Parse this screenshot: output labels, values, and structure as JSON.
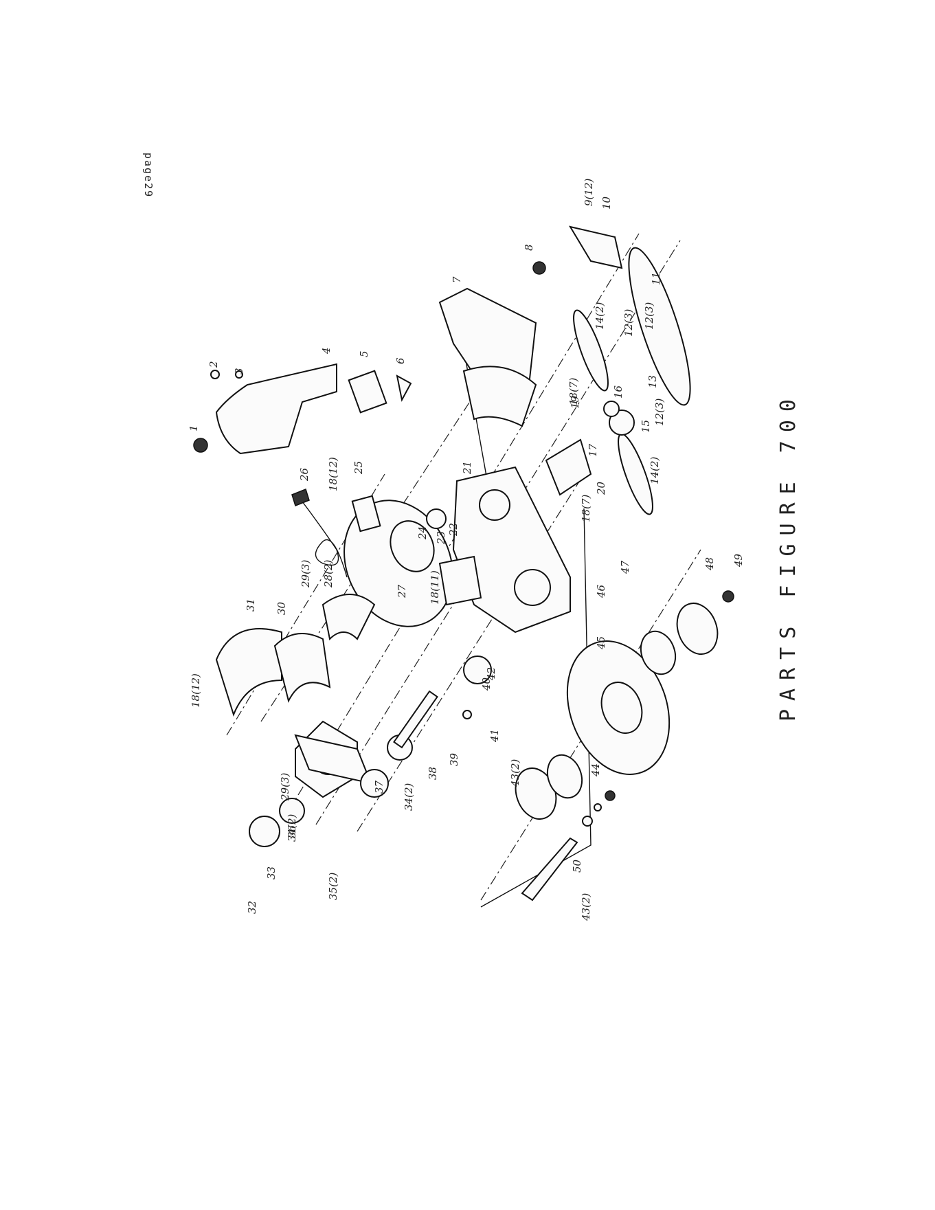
{
  "page": {
    "number": "page29",
    "caption": "PARTS FIGURE 700"
  },
  "labels": [
    "1",
    "2",
    "3",
    "4",
    "5",
    "6",
    "7",
    "8",
    "9(12)",
    "10",
    "11",
    "12(3)",
    "12(3)",
    "12(3)",
    "13",
    "14(2)",
    "14(2)",
    "15",
    "16",
    "17",
    "18(7)",
    "18(7)",
    "18(12)",
    "18(12)",
    "18(11)",
    "19",
    "20",
    "21",
    "22",
    "23",
    "24",
    "25",
    "26",
    "27",
    "28(2)",
    "29(3)",
    "29(3)",
    "30",
    "31",
    "32",
    "33",
    "34(2)",
    "34(2)",
    "35(2)",
    "36",
    "37",
    "38",
    "39",
    "40",
    "41",
    "42",
    "43(2)",
    "43(2)",
    "44",
    "45",
    "46",
    "47",
    "48",
    "49",
    "50",
    "51(3)"
  ],
  "colors": {
    "ink": "#222222",
    "background": "#ffffff"
  }
}
